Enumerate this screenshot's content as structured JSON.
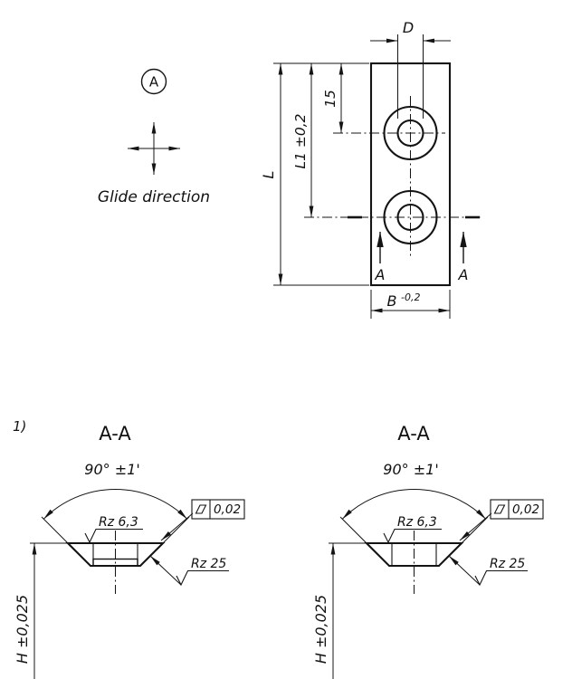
{
  "colors": {
    "line": "#141414",
    "background": "#ffffff"
  },
  "icons": {
    "glide_direction": "four-way-arrows",
    "flatness_tolerance": "parallelogram",
    "surface_roughness": "check-mark"
  },
  "legend": {
    "circle_label": "A",
    "glide": "Glide direction"
  },
  "plate": {
    "d": "D",
    "l": "L",
    "l1": "L1 ±0,2",
    "fifteen": "15",
    "b": "B",
    "b_tol": "-0,2",
    "a_left": "A",
    "a_right": "A"
  },
  "sections": {
    "note": "1)",
    "left": {
      "title": "A-A",
      "angle": "90° ±1'",
      "rz_top": "Rz 6,3",
      "tol": "0,02",
      "rz_face": "Rz 25",
      "h": "H ±0,025"
    },
    "right": {
      "title": "A-A",
      "angle": "90° ±1'",
      "rz_top": "Rz 6,3",
      "tol": "0,02",
      "rz_face": "Rz 25",
      "h": "H ±0,025"
    }
  }
}
